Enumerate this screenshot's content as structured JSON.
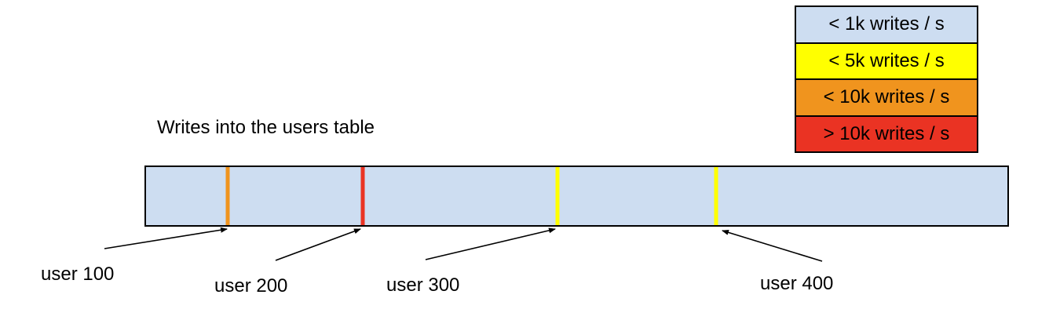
{
  "title": "Writes into the users table",
  "colors": {
    "bar_fill": "#cdddf1",
    "outline": "#000000",
    "lt_1k_blue": "#cdddf1",
    "lt_5k_yellow": "#ffff00",
    "lt_10k_orange": "#f0941e",
    "gt_10k_red": "#ea3323"
  },
  "legend": {
    "items": [
      {
        "label": "< 1k writes / s",
        "color": "#cdddf1"
      },
      {
        "label": "< 5k writes / s",
        "color": "#ffff00"
      },
      {
        "label": "< 10k writes / s",
        "color": "#f0941e"
      },
      {
        "label": "> 10k writes / s",
        "color": "#ea3323"
      }
    ]
  },
  "bar": {
    "fill": "#cdddf1",
    "markers": [
      {
        "user": "user 100",
        "rate": "< 10k writes / s",
        "color": "#f0941e",
        "left_pct": "9.5%"
      },
      {
        "user": "user 200",
        "rate": "> 10k writes / s",
        "color": "#ea3323",
        "left_pct": "25.2%"
      },
      {
        "user": "user 300",
        "rate": "< 5k writes / s",
        "color": "#ffff00",
        "left_pct": "47.8%"
      },
      {
        "user": "user 400",
        "rate": "< 5k writes / s",
        "color": "#ffff00",
        "left_pct": "66.2%"
      }
    ]
  }
}
